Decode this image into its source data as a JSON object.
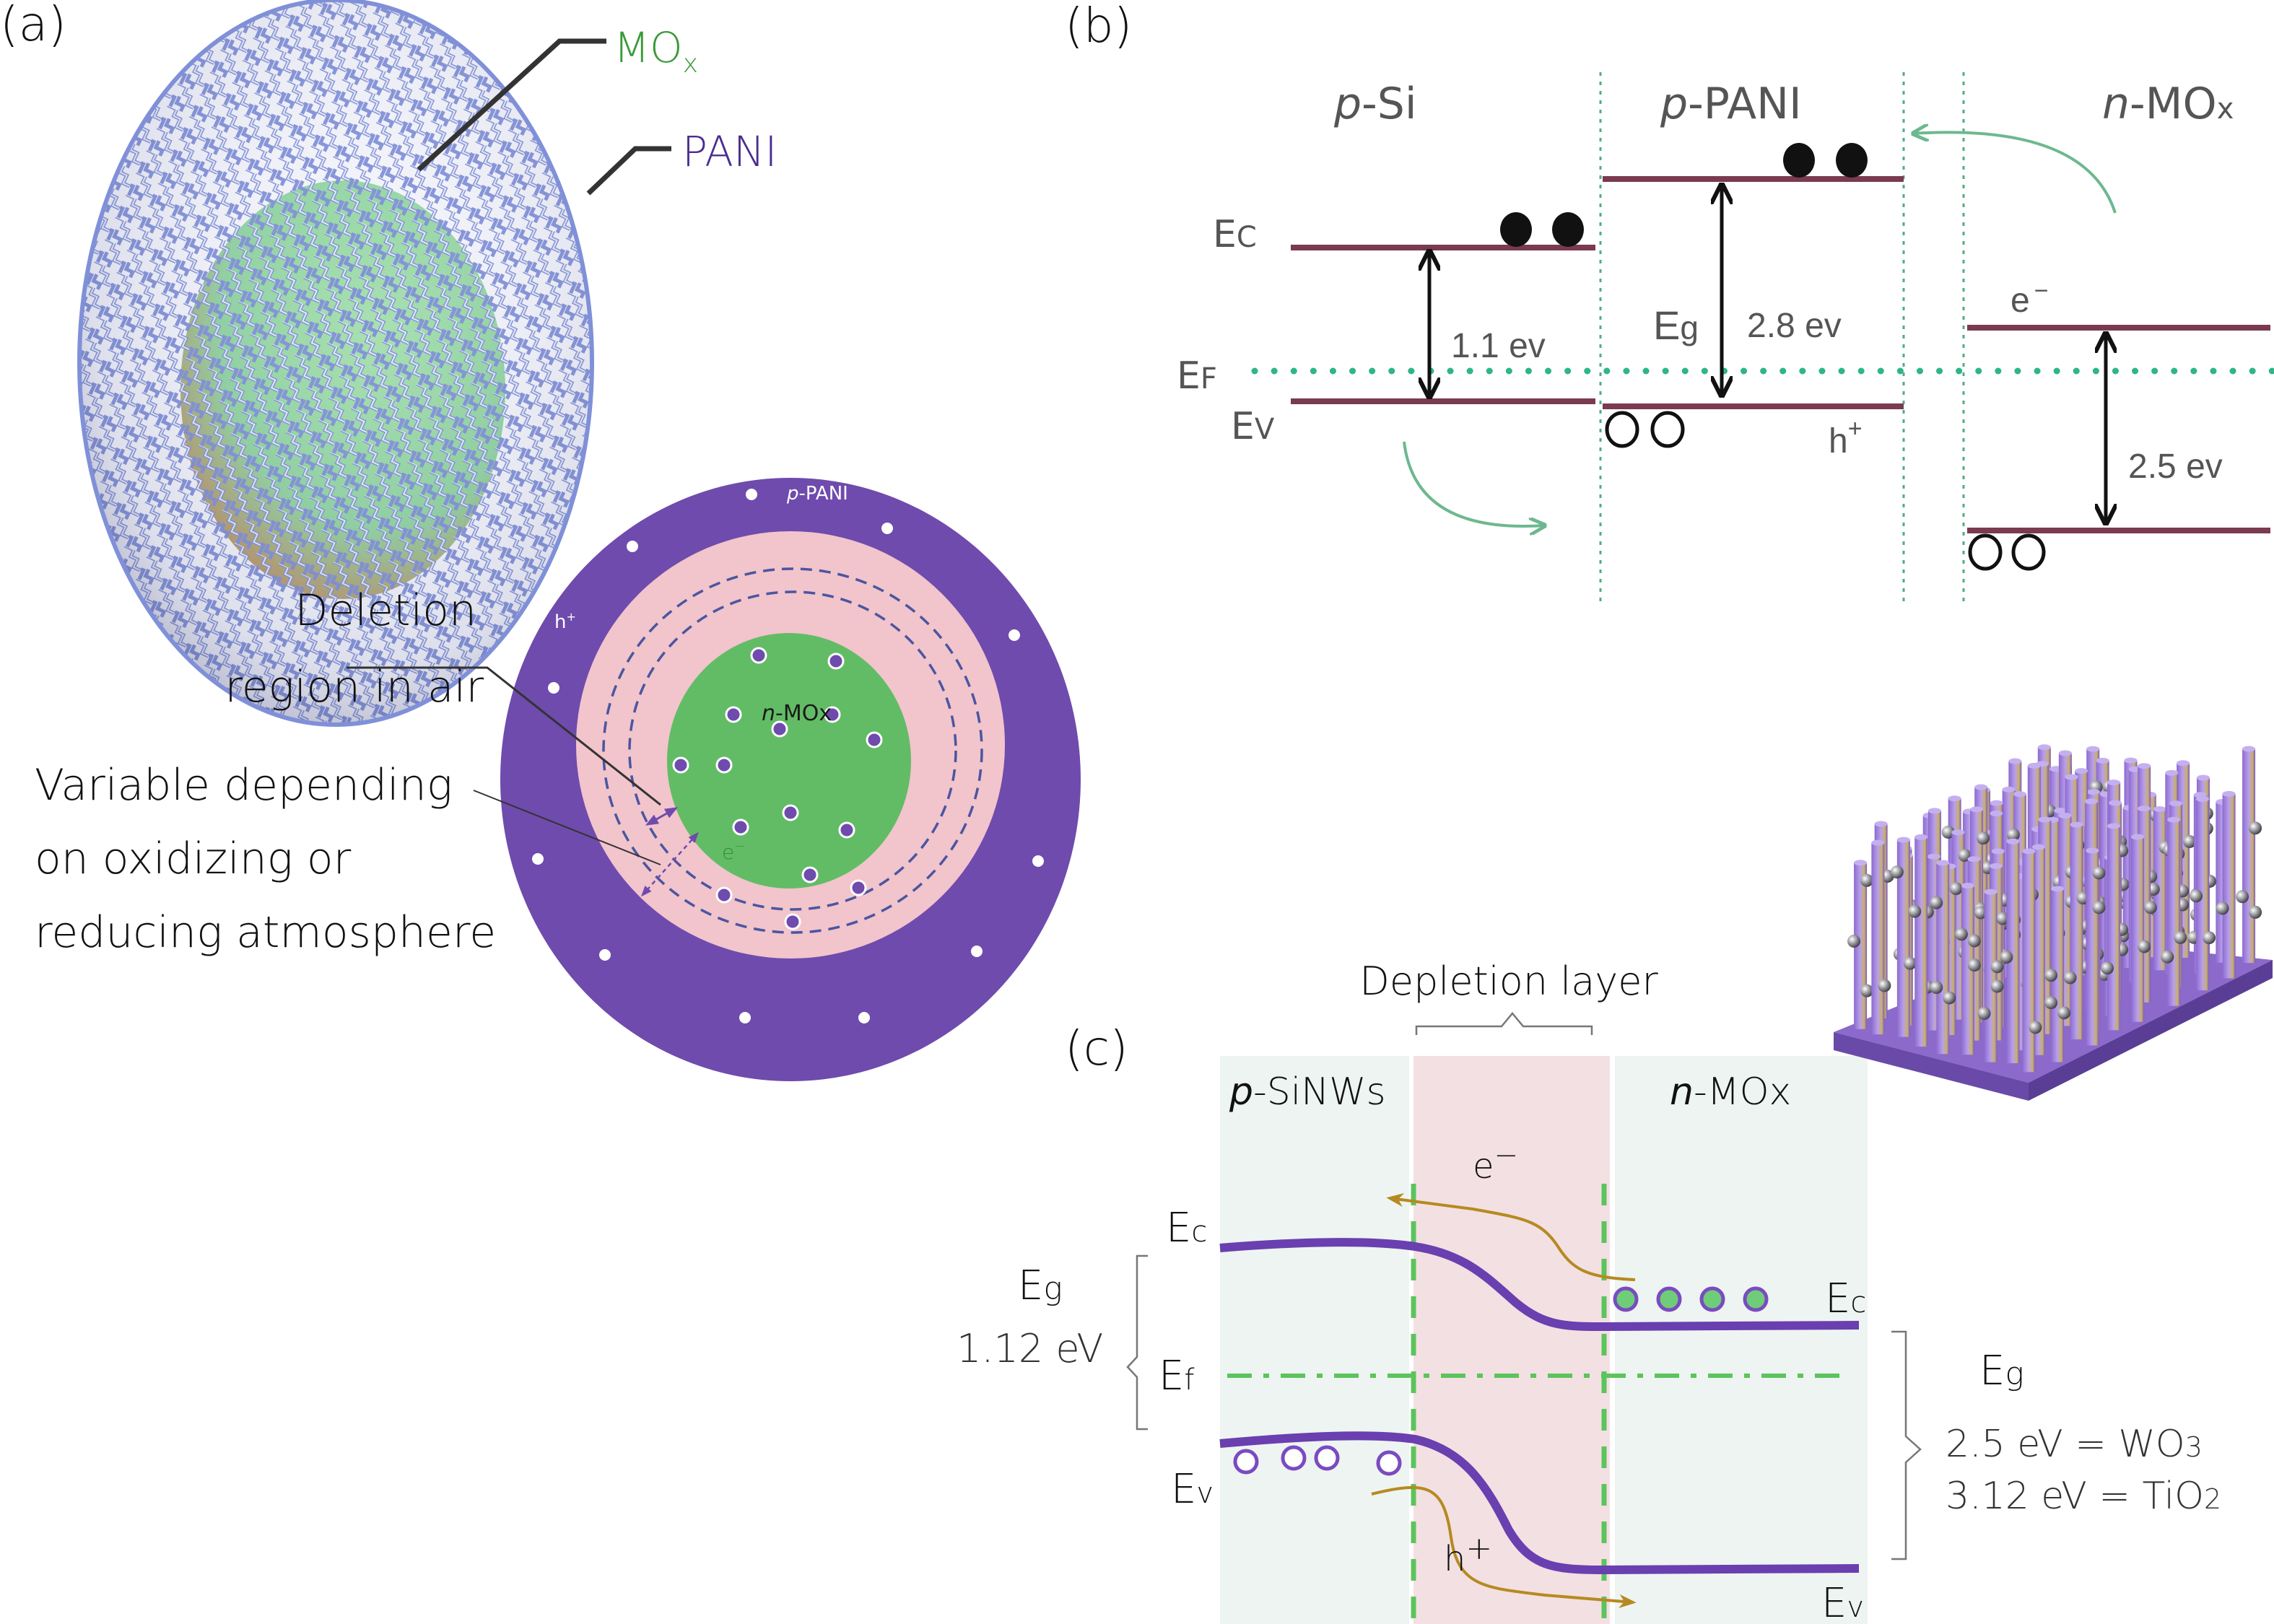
{
  "colors": {
    "purple": "#6f4bad",
    "pink": "#f2c4cc",
    "green_core": "#62bc65",
    "mox_label": "#3a9a3a",
    "pani_label": "#4b2c8f",
    "band_line_b": "#7a3a50",
    "fermi_dot": "#2fb58a",
    "arrow_green": "#6db890",
    "band_line_c": "#6a3fb0",
    "fermi_dash_c": "#5cc45c",
    "carrier_arrow": "#b58a20",
    "depletion_bg": "#f3e0e2",
    "side_bg": "#eef4f2"
  },
  "panel_a": {
    "label": "(a)",
    "sphere": {
      "mox_label": "MO",
      "mox_sub": "x",
      "pani_label": "PANI"
    },
    "cross_section": {
      "outer_label_italic": "p",
      "outer_label_rest": "-PANI",
      "hole_label": "h",
      "hole_sup": "+",
      "core_label_italic": "n",
      "core_label_rest": "-MOx",
      "electron_label": "e",
      "electron_sup": "−",
      "annotation_1_line1": "Deletion",
      "annotation_1_line2": "region in air",
      "annotation_2_line1": "Variable depending",
      "annotation_2_line2": "on oxidizing or",
      "annotation_2_line3": "reducing atmosphere"
    }
  },
  "panel_b": {
    "label": "(b)",
    "regions": [
      {
        "italic": "p",
        "rest": "-Si"
      },
      {
        "italic": "p",
        "rest": "-PANI"
      },
      {
        "italic": "n",
        "rest": "-MO",
        "sub": "x"
      }
    ],
    "level_labels": {
      "ec": "E",
      "ec_sub": "C",
      "ef": "E",
      "ef_sub": "F",
      "ev": "E",
      "ev_sub": "V"
    },
    "gaps": [
      {
        "material": "p-Si",
        "value": "1.1 ev"
      },
      {
        "material": "p-PANI",
        "value": "2.8 ev",
        "prefix": "E",
        "prefix_sub": "g"
      },
      {
        "material": "n-MOx",
        "value": "2.5 ev"
      }
    ],
    "electron_label": "e",
    "electron_sup": "−",
    "hole_label": "h",
    "hole_sup": "+"
  },
  "panel_c": {
    "label": "(c)",
    "depletion_title": "Depletion layer",
    "left_region": {
      "italic": "p",
      "rest": "-SiNWs"
    },
    "right_region": {
      "italic": "n",
      "rest": "-MOx"
    },
    "left_ec": "E",
    "left_ec_sub": "c",
    "left_ev": "E",
    "left_ev_sub": "v",
    "ef": "E",
    "ef_sub": "f",
    "right_ec": "E",
    "right_ec_sub": "c",
    "right_ev": "E",
    "right_ev_sub": "v",
    "left_gap_label": "E",
    "left_gap_sub": "g",
    "left_gap_value": "1.12 eV",
    "right_gap_label": "E",
    "right_gap_sub": "g",
    "right_gap_line1": "2.5 eV = WO",
    "right_gap_line1_sub": "3",
    "right_gap_line2": "3.12 eV = TiO",
    "right_gap_line2_sub": "2",
    "electron_label": "e",
    "electron_sup": "−",
    "hole_label": "h",
    "hole_sup": "+"
  }
}
